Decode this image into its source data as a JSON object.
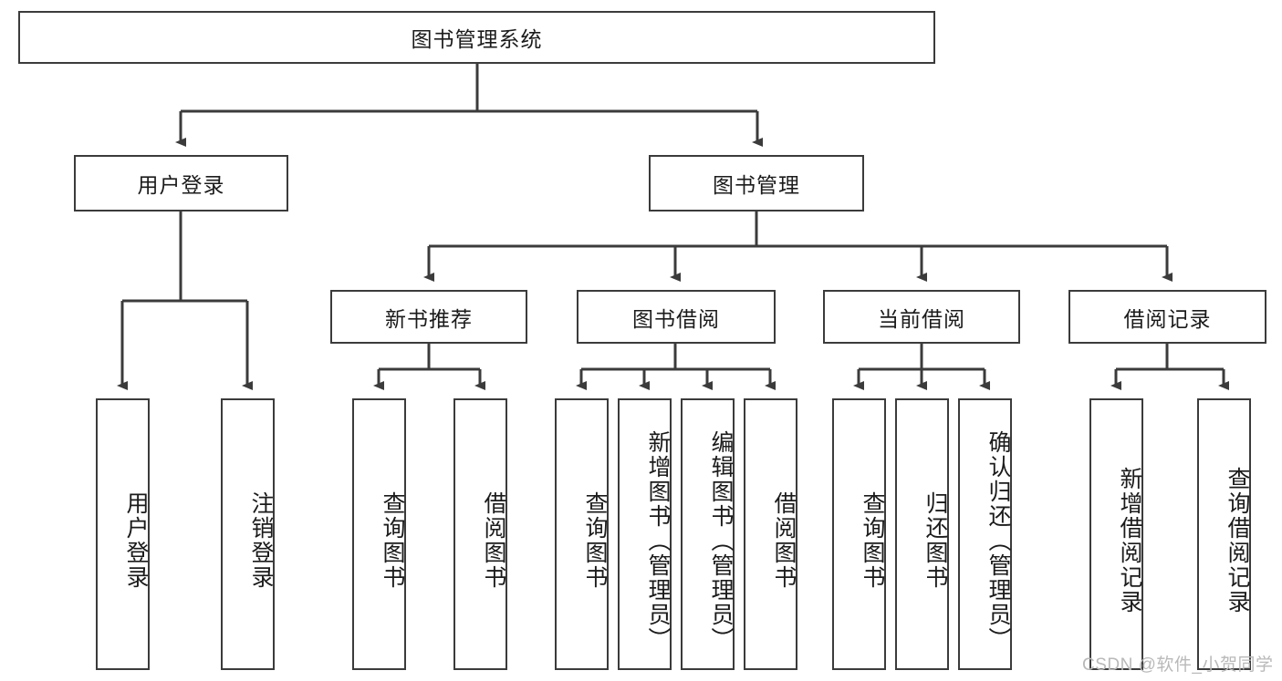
{
  "diagram": {
    "type": "tree-hierarchy",
    "title": "图书管理系统",
    "root": {
      "label": "图书管理系统"
    },
    "level1": [
      {
        "label": "用户登录"
      },
      {
        "label": "图书管理"
      }
    ],
    "level2": [
      {
        "label": "新书推荐",
        "parent": "图书管理"
      },
      {
        "label": "图书借阅",
        "parent": "图书管理"
      },
      {
        "label": "当前借阅",
        "parent": "图书管理"
      },
      {
        "label": "借阅记录",
        "parent": "图书管理"
      }
    ],
    "leaves": {
      "user_login": [
        {
          "label": "用户登录"
        },
        {
          "label": "注销登录"
        }
      ],
      "new_book_recommend": [
        {
          "label": "查询图书"
        },
        {
          "label": "借阅图书"
        }
      ],
      "book_borrow": [
        {
          "label": "查询图书"
        },
        {
          "label": "新增图书（管理员）"
        },
        {
          "label": "编辑图书（管理员）"
        },
        {
          "label": "借阅图书"
        }
      ],
      "current_borrow": [
        {
          "label": "查询图书"
        },
        {
          "label": "归还图书"
        },
        {
          "label": "确认归还（管理员）"
        }
      ],
      "borrow_record": [
        {
          "label": "新增借阅记录"
        },
        {
          "label": "查询借阅记录"
        }
      ]
    }
  },
  "watermark": {
    "text": "CSDN @软件_小贺同学"
  },
  "colors": {
    "border": "#3b3b3b",
    "text": "#1b1b1b",
    "background": "#ffffff",
    "watermark": "#b9b9b9"
  }
}
